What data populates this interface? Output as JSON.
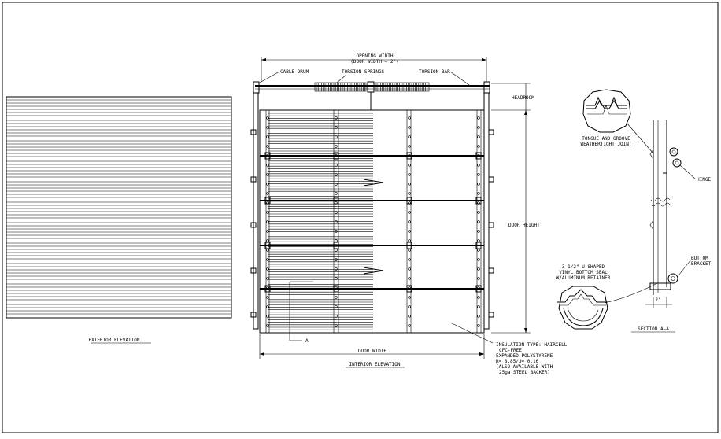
{
  "labels": {
    "exterior_elevation": "EXTERIOR ELEVATION",
    "interior_elevation": "INTERIOR ELEVATION",
    "section_title": "SECTION A–A",
    "opening_width_1": "OPENING WIDTH",
    "opening_width_2": "(DOOR WIDTH – 2\")",
    "cable_drum": "CABLE DRUM",
    "torsion_springs": "TORSION SPRINGS",
    "torsion_bar": "TORSION BAR",
    "headroom": "HEADROOM",
    "door_height": "DOOR HEIGHT",
    "door_width": "DOOR WIDTH",
    "section_marker": "A",
    "insulation_lines": [
      "INSULATION TYPE: HAIRCELL",
      "CFC-FREE",
      "EXPANDED POLYSTYRENE",
      "R= 8.85/U= 0.16",
      "(ALSO AVAILABLE WITH",
      "25ga STEEL BACKER)"
    ],
    "tongue_groove_1": "TONGUE AND GROOVE",
    "tongue_groove_2": "WEATHERTIGHT JOINT",
    "hinge": "HINGE",
    "bottom_bracket_1": "BOTTOM",
    "bottom_bracket_2": "BRACKET",
    "seal_1": "3–1/2\" U–SHAPED",
    "seal_2": "VINYL BOTTOM SEAL",
    "seal_3": "W/ALUMINUM RETAINER",
    "section_dim": "2\""
  }
}
